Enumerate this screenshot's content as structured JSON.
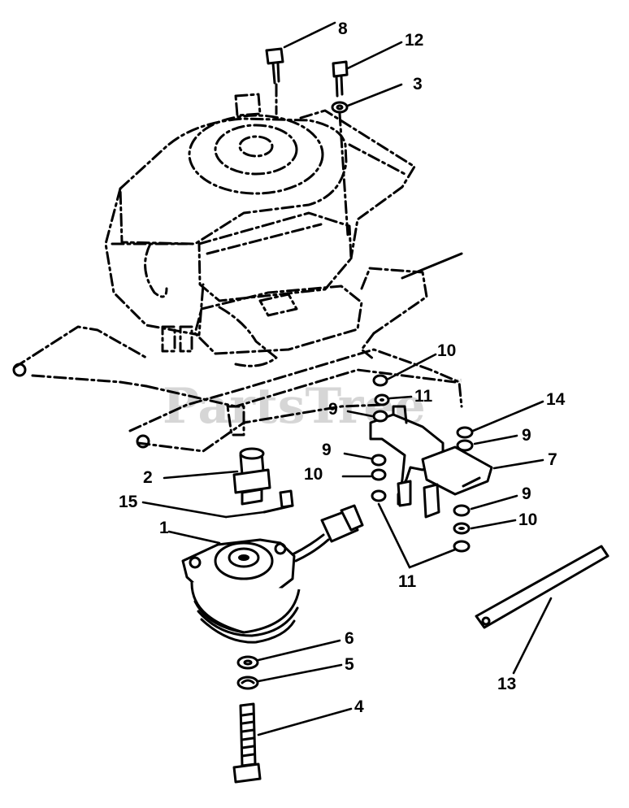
{
  "watermark": {
    "text": "PartsTree",
    "tm": "™"
  },
  "callouts": {
    "c8": "8",
    "c12": "12",
    "c3": "3",
    "c10a": "10",
    "c11a": "11",
    "c9a": "9",
    "c14": "14",
    "c9b": "9",
    "c9c": "9",
    "c7": "7",
    "c10b": "10",
    "c2": "2",
    "c15": "15",
    "c1": "1",
    "c9d": "9",
    "c10c": "10",
    "c11b": "11",
    "c6": "6",
    "c5": "5",
    "c4": "4",
    "c13": "13"
  }
}
